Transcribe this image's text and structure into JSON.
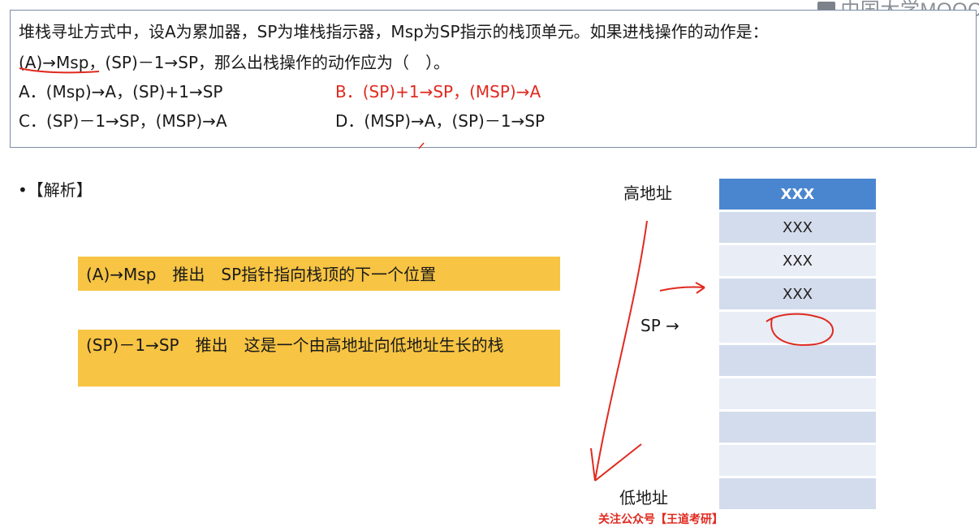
{
  "watermark": "中国大学MOOC",
  "question": {
    "line1": "堆栈寻址方式中，设A为累加器，SP为堆栈指示器，Msp为SP指示的栈顶单元。如果进栈操作的动作是：",
    "line2": "(A)→Msp，(SP)－1→SP，那么出栈操作的动作应为（　）。",
    "options": {
      "a": "A．(Msp)→A，(SP)+1→SP",
      "b": "B．(SP)+1→SP，(MSP)→A",
      "c": "C．(SP)－1→SP，(MSP)→A",
      "d": "D．(MSP)→A，(SP)－1→SP"
    },
    "highlight_color": "#e02a1f"
  },
  "analysis": {
    "label": "•【解析】",
    "note1": "(A)→Msp　推出　SP指针指向栈顶的下一个位置",
    "note2": "(SP)－1→SP　推出　这是一个由高地址向低地址生长的栈"
  },
  "stack_diagram": {
    "high_label": "高地址",
    "low_label": "低地址",
    "sp_label": "SP →",
    "cells": [
      "XXX",
      "XXX",
      "XXX",
      "XXX",
      "",
      "",
      "",
      "",
      "",
      ""
    ],
    "top_color": "#4a86d0",
    "cell_color": "#d3dcec"
  },
  "footer": "关注公众号【王道考研】"
}
